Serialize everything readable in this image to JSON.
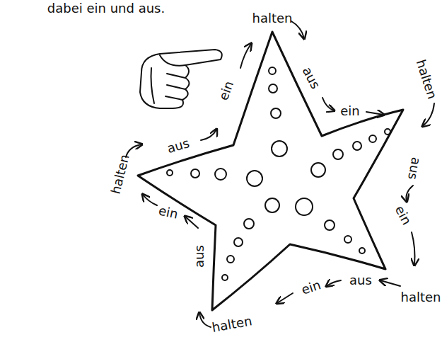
{
  "diagram": {
    "labels": [
      "dabei ein und aus.",
      "halten",
      "aus",
      "ein",
      "halten",
      "aus",
      "ein",
      "halten",
      "aus",
      "ein",
      "halten",
      "aus",
      "ein",
      "halten",
      "aus",
      "ein"
    ]
  }
}
